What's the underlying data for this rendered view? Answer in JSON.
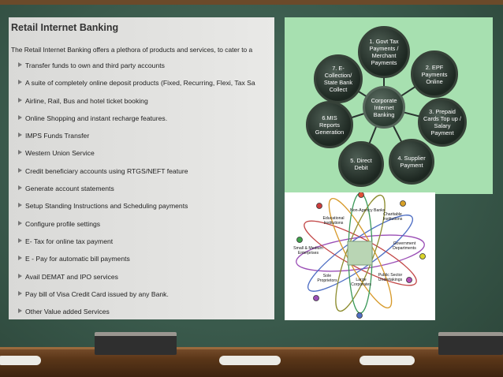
{
  "slide": {
    "title": "Retail Internet Banking",
    "intro": "The Retail Internet Banking offers a plethora of products and services, to cater to a",
    "items": [
      "Transfer funds to own and third party accounts",
      "A suite of completely online deposit products (Fixed, Recurring, Flexi, Tax Sa",
      "Airline, Rail, Bus and hotel ticket booking",
      "Online Shopping and instant recharge features.",
      "IMPS Funds Transfer",
      "Western Union Service",
      "Credit beneficiary accounts using RTGS/NEFT feature",
      "Generate account statements",
      "Setup Standing Instructions and Scheduling payments",
      "Configure profile settings",
      "E- Tax for online tax payment",
      "E - Pay for automatic bill payments",
      "Avail DEMAT and IPO services",
      "Pay bill of Visa Credit Card issued by any Bank.",
      "Other Value added Services"
    ]
  },
  "corporate": {
    "center": "Corporate Internet Banking",
    "nodes": [
      "1. Govt Tax Payments / Merchant Payments",
      "2. EPF Payments Online",
      "3. Prepaid Cards Top up / Salary Payment",
      "4. Supplier Payment",
      "5. Direct Debit",
      "6.MIS Reports Generation",
      "7. E-Collection/ State Bank Collect"
    ],
    "colors": {
      "background": "#a7e0b0",
      "circle": "#2a3530"
    }
  },
  "customers": {
    "labels": [
      "Non-Agency Banks",
      "Educational Institutions",
      "Charitable Institutions",
      "Small & Medium Enterprises",
      "Government Departments",
      "Sole Proprietors",
      "Public Sector Undertakings",
      "Large Corporates"
    ]
  }
}
